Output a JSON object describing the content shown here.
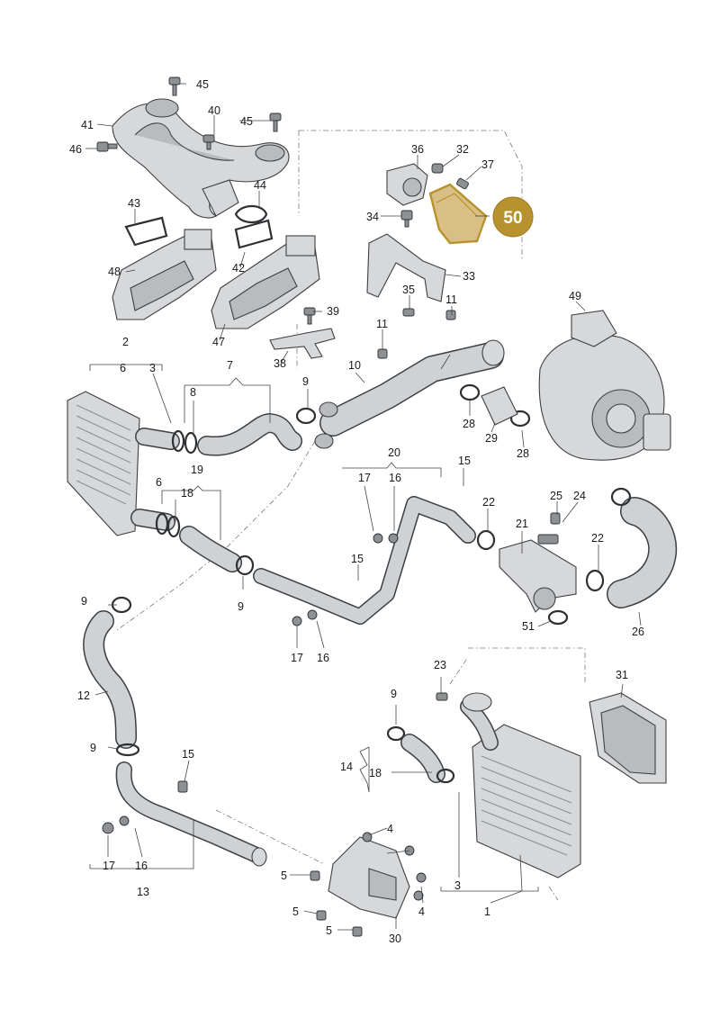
{
  "highlight": {
    "label": "50",
    "color": "#b8922e",
    "text_color": "#ffffff"
  },
  "labels": {
    "p1": "1",
    "p2": "2",
    "p3a": "3",
    "p3b": "3",
    "p4a": "4",
    "p4b": "4",
    "p5a": "5",
    "p5b": "5",
    "p5c": "5",
    "p6a": "6",
    "p6b": "6",
    "p7": "7",
    "p8a": "8",
    "p8b": "18",
    "p9a": "9",
    "p9b": "9",
    "p9c": "9",
    "p9d": "9",
    "p9e": "9",
    "p10": "10",
    "p11a": "11",
    "p11b": "11",
    "p12": "12",
    "p13": "13",
    "p14": "14",
    "p15a": "15",
    "p15b": "15",
    "p15c": "15",
    "p16a": "16",
    "p16b": "16",
    "p16c": "16",
    "p17a": "17",
    "p17b": "17",
    "p17c": "17",
    "p18a": "18",
    "p19": "19",
    "p20": "20",
    "p21": "21",
    "p22a": "22",
    "p22b": "22",
    "p23": "23",
    "p24": "24",
    "p25": "25",
    "p26": "26",
    "p28a": "28",
    "p28b": "28",
    "p29": "29",
    "p30": "30",
    "p31": "31",
    "p32": "32",
    "p33": "33",
    "p34": "34",
    "p35": "35",
    "p36": "36",
    "p37": "37",
    "p38": "38",
    "p39": "39",
    "p40": "40",
    "p41": "41",
    "p42": "42",
    "p43": "43",
    "p44": "44",
    "p45a": "45",
    "p45b": "45",
    "p46": "46",
    "p47": "47",
    "p48": "48",
    "p49": "49",
    "p51": "51"
  }
}
